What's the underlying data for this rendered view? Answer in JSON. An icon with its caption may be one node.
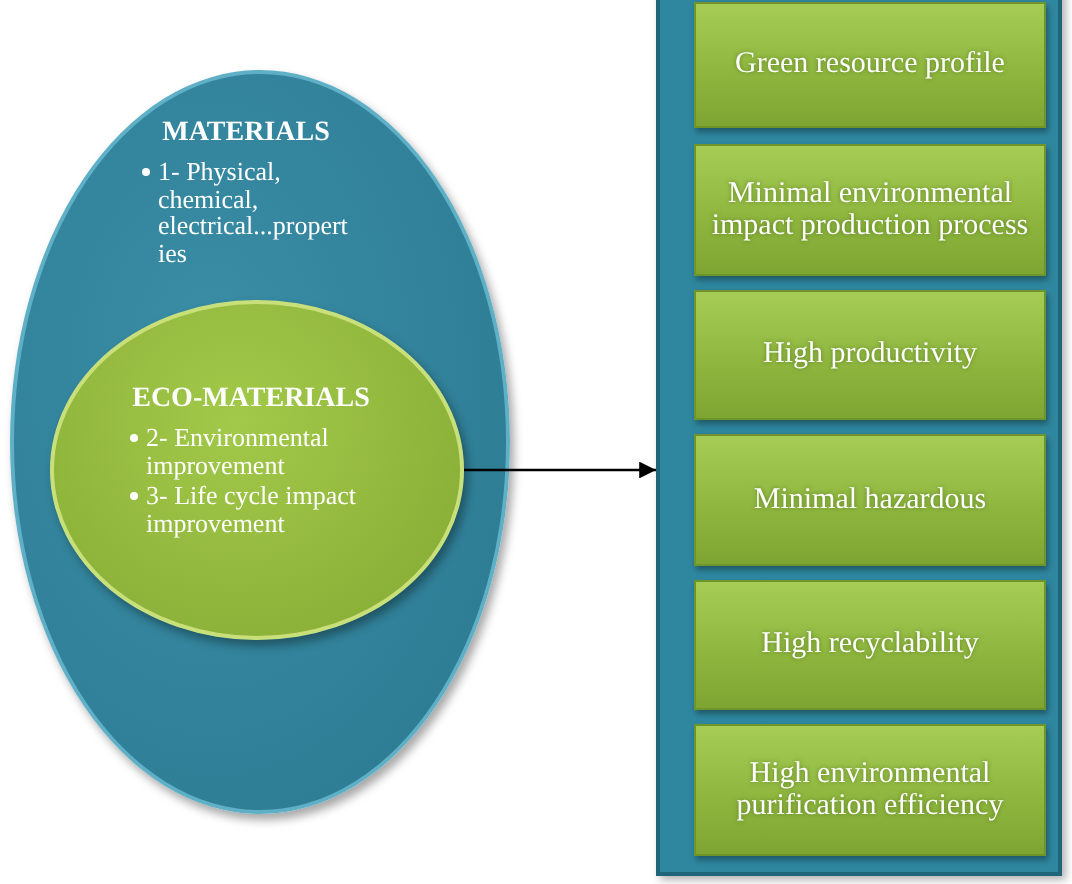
{
  "diagram": {
    "nodes": [
      {
        "text": [
          "MATERIALS",
          "1- Physical, chemical, electrical...properties"
        ]
      },
      {
        "text": [
          "ECO-MATERIALS",
          "2- Environmental improvement",
          "3- Life cycle impact improvement"
        ],
        "in": 0
      },
      {
        "text": [],
        "shape": "box"
      },
      {
        "text": [
          "Green resource profile"
        ],
        "in": 2
      },
      {
        "text": [
          "Minimal environmental impact production process"
        ],
        "in": 2
      },
      {
        "text": [
          "High productivity"
        ],
        "in": 2
      },
      {
        "text": [
          "Minimal hazardous"
        ],
        "in": 2
      },
      {
        "text": [
          "High recyclability"
        ],
        "in": 2
      },
      {
        "text": [
          "High environmental purification efficiency"
        ],
        "in": 2
      }
    ],
    "edges": [
      {
        "from": 1,
        "to": 2,
        "arrow": "to"
      }
    ]
  }
}
